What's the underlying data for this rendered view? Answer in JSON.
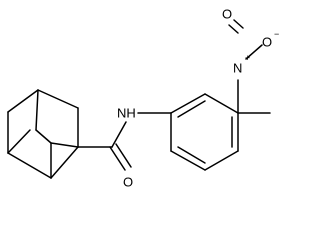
{
  "molecule": {
    "atom_labels": {
      "amide_nh": "NH",
      "carbonyl_o": "O",
      "nitro_n": "N",
      "nitro_o_double": "O",
      "nitro_o_single": "O",
      "nitro_n_charge": "+",
      "nitro_o_charge": "−"
    }
  }
}
